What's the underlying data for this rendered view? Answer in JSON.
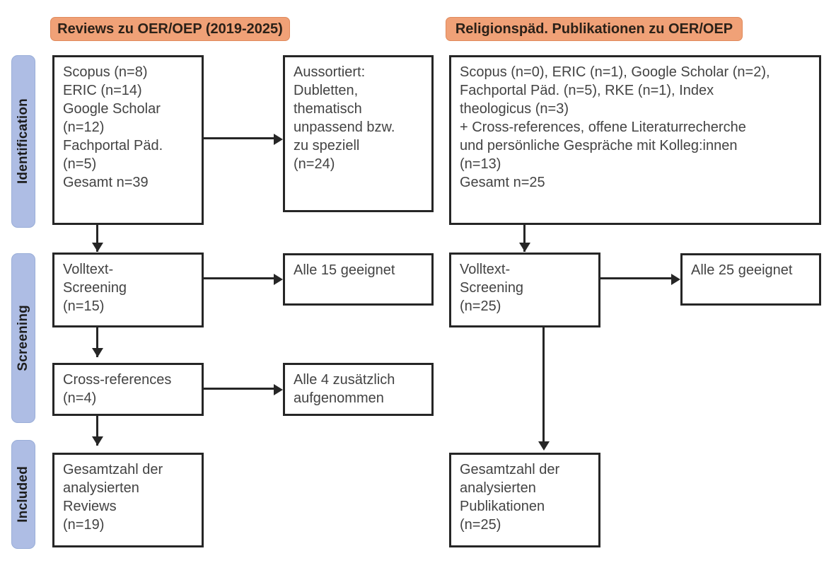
{
  "stages": [
    {
      "label": "Identification"
    },
    {
      "label": "Screening"
    },
    {
      "label": "Included"
    }
  ],
  "columns": [
    {
      "header": "Reviews zu OER/OEP (2019-2025)"
    },
    {
      "header": "Religionspäd. Publikationen zu OER/OEP"
    }
  ],
  "boxes": {
    "left_identification": "Scopus (n=8)\nERIC (n=14)\nGoogle Scholar\n(n=12)\nFachportal Päd.\n(n=5)\nGesamt n=39",
    "left_excluded": "Aussortiert:\nDubletten,\nthematisch\nunpassend bzw.\nzu speziell\n(n=24)",
    "right_identification": "Scopus (n=0), ERIC (n=1), Google Scholar (n=2),\nFachportal Päd. (n=5), RKE (n=1), Index\ntheologicus (n=3)\n+ Cross-references, offene Literaturrecherche\nund persönliche Gespräche mit Kolleg:innen\n(n=13)\nGesamt n=25",
    "left_screening": "Volltext-\nScreening\n(n=15)",
    "left_screening_result": "Alle 15 geeignet",
    "right_screening": "Volltext-\nScreening\n(n=25)",
    "right_screening_result": "Alle 25 geeignet",
    "left_crossrefs": "Cross-references\n(n=4)",
    "left_crossrefs_result": "Alle 4 zusätzlich\naufgenommen",
    "left_included": "Gesamtzahl der\nanalysierten\nReviews\n(n=19)",
    "right_included": "Gesamtzahl der\nanalysierten\nPublikationen\n(n=25)"
  },
  "colors": {
    "stage_pill": "#aebde4",
    "column_header": "#f0a177",
    "box_border": "#262626",
    "text": "#434343"
  }
}
